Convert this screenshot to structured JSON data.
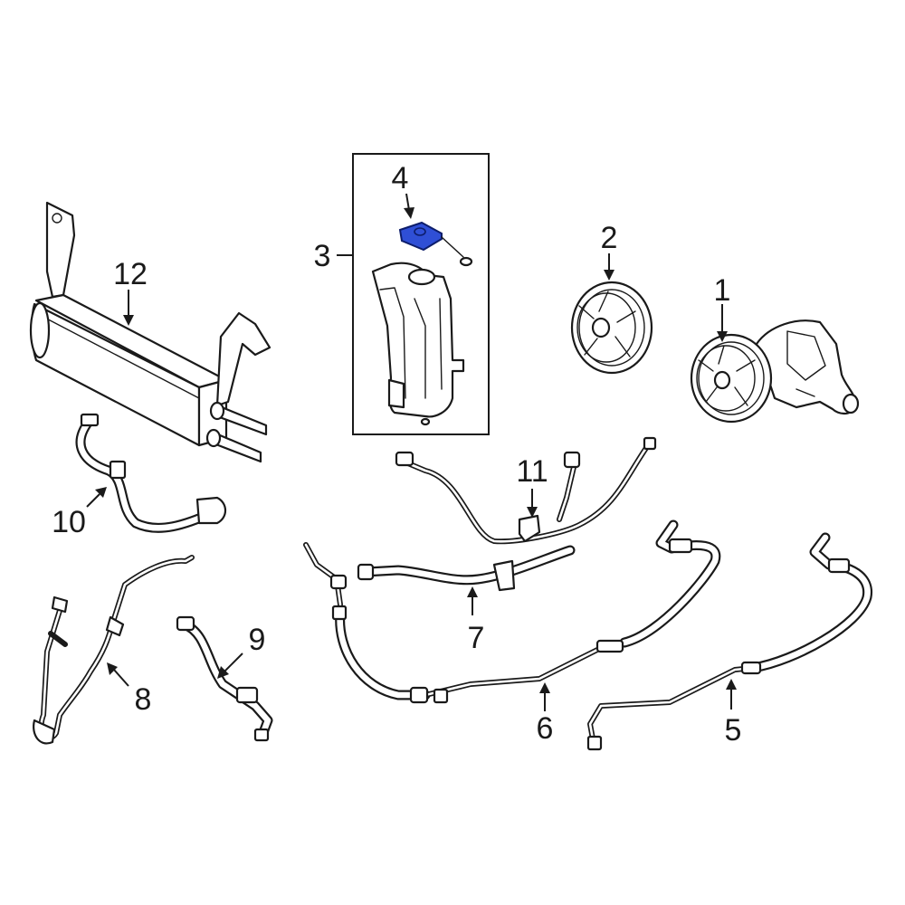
{
  "highlight_color": "#2f4fd6",
  "callouts": {
    "c1": "1",
    "c2": "2",
    "c3": "3",
    "c4": "4",
    "c5": "5",
    "c6": "6",
    "c7": "7",
    "c8": "8",
    "c9": "9",
    "c10": "10",
    "c11": "11",
    "c12": "12"
  },
  "highlighted_part": "4"
}
